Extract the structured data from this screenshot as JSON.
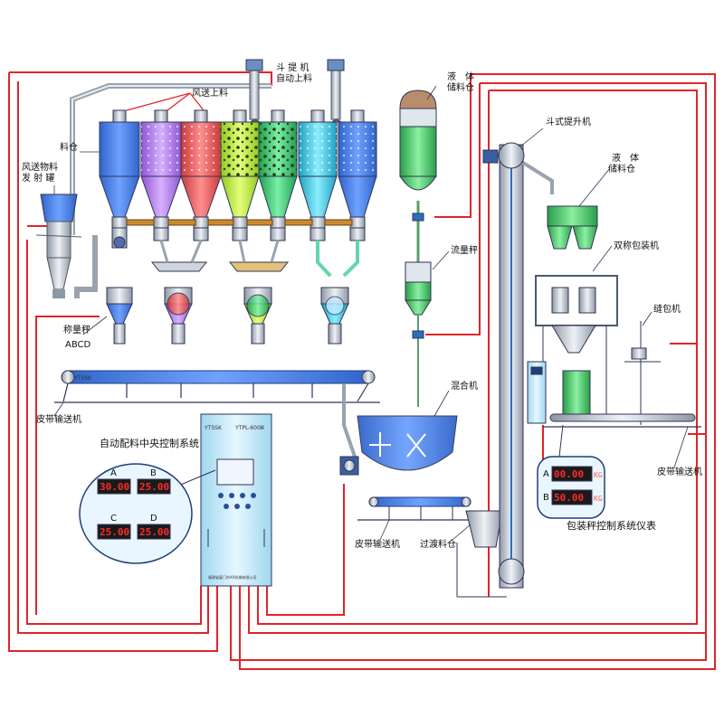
{
  "labels": {
    "bucket_elevator_auto_feed_1": "斗 提 机",
    "bucket_elevator_auto_feed_2": "自动上料",
    "pneumatic_feed": "风送上料",
    "silo": "料仓",
    "pneumatic_emitter_1": "风送物料",
    "pneumatic_emitter_2": "发 射 罐",
    "weighing_scale_1": "称量秤",
    "weighing_scale_2": "ABCD",
    "liquid_storage_top_1": "液　体",
    "liquid_storage_top_2": "储料仓",
    "bucket_lifter": "斗式提升机",
    "liquid_storage_right_1": "液　体",
    "liquid_storage_right_2": "储料仓",
    "double_scale_packer": "双称包装机",
    "flow_scale": "流量秤",
    "bag_sewing_machine": "缝包机",
    "mixer": "混合机",
    "belt_conveyor_left": "皮带输送机",
    "belt_conveyor_middle": "皮带输送机",
    "belt_conveyor_right": "皮带输送机",
    "transition_silo": "过渡料仓",
    "central_control_system": "自动配料中央控制系统",
    "packing_scale_control": "包装秤控制系统仪表"
  },
  "control_panel": {
    "cabinet_brand": "YTPL-600Ⅲ",
    "cabinet_footer": "福建省厦门市XX机械有限公司",
    "belt_brand": "YTSSK",
    "readouts": [
      {
        "label": "A",
        "value": "30.00"
      },
      {
        "label": "B",
        "value": "25.00"
      },
      {
        "label": "C",
        "value": "25.00"
      },
      {
        "label": "D",
        "value": "25.00"
      }
    ]
  },
  "packing_meter": {
    "readouts": [
      {
        "label": "A",
        "value": "00.00",
        "unit": "KG"
      },
      {
        "label": "B",
        "value": "50.00",
        "unit": "KG"
      }
    ]
  },
  "colors": {
    "pipe": "#e0242a",
    "silo_blue": "#3f7fe0",
    "silo_purple": "#b67ee6",
    "silo_red": "#ee5a5a",
    "silo_lime": "#b8e63a",
    "silo_green": "#33cf6d",
    "silo_cyan": "#33c8e0",
    "liquid_green": "#3fbf5f",
    "steel": "#b9c2cc",
    "belt_blue": "#2a6fbf"
  }
}
